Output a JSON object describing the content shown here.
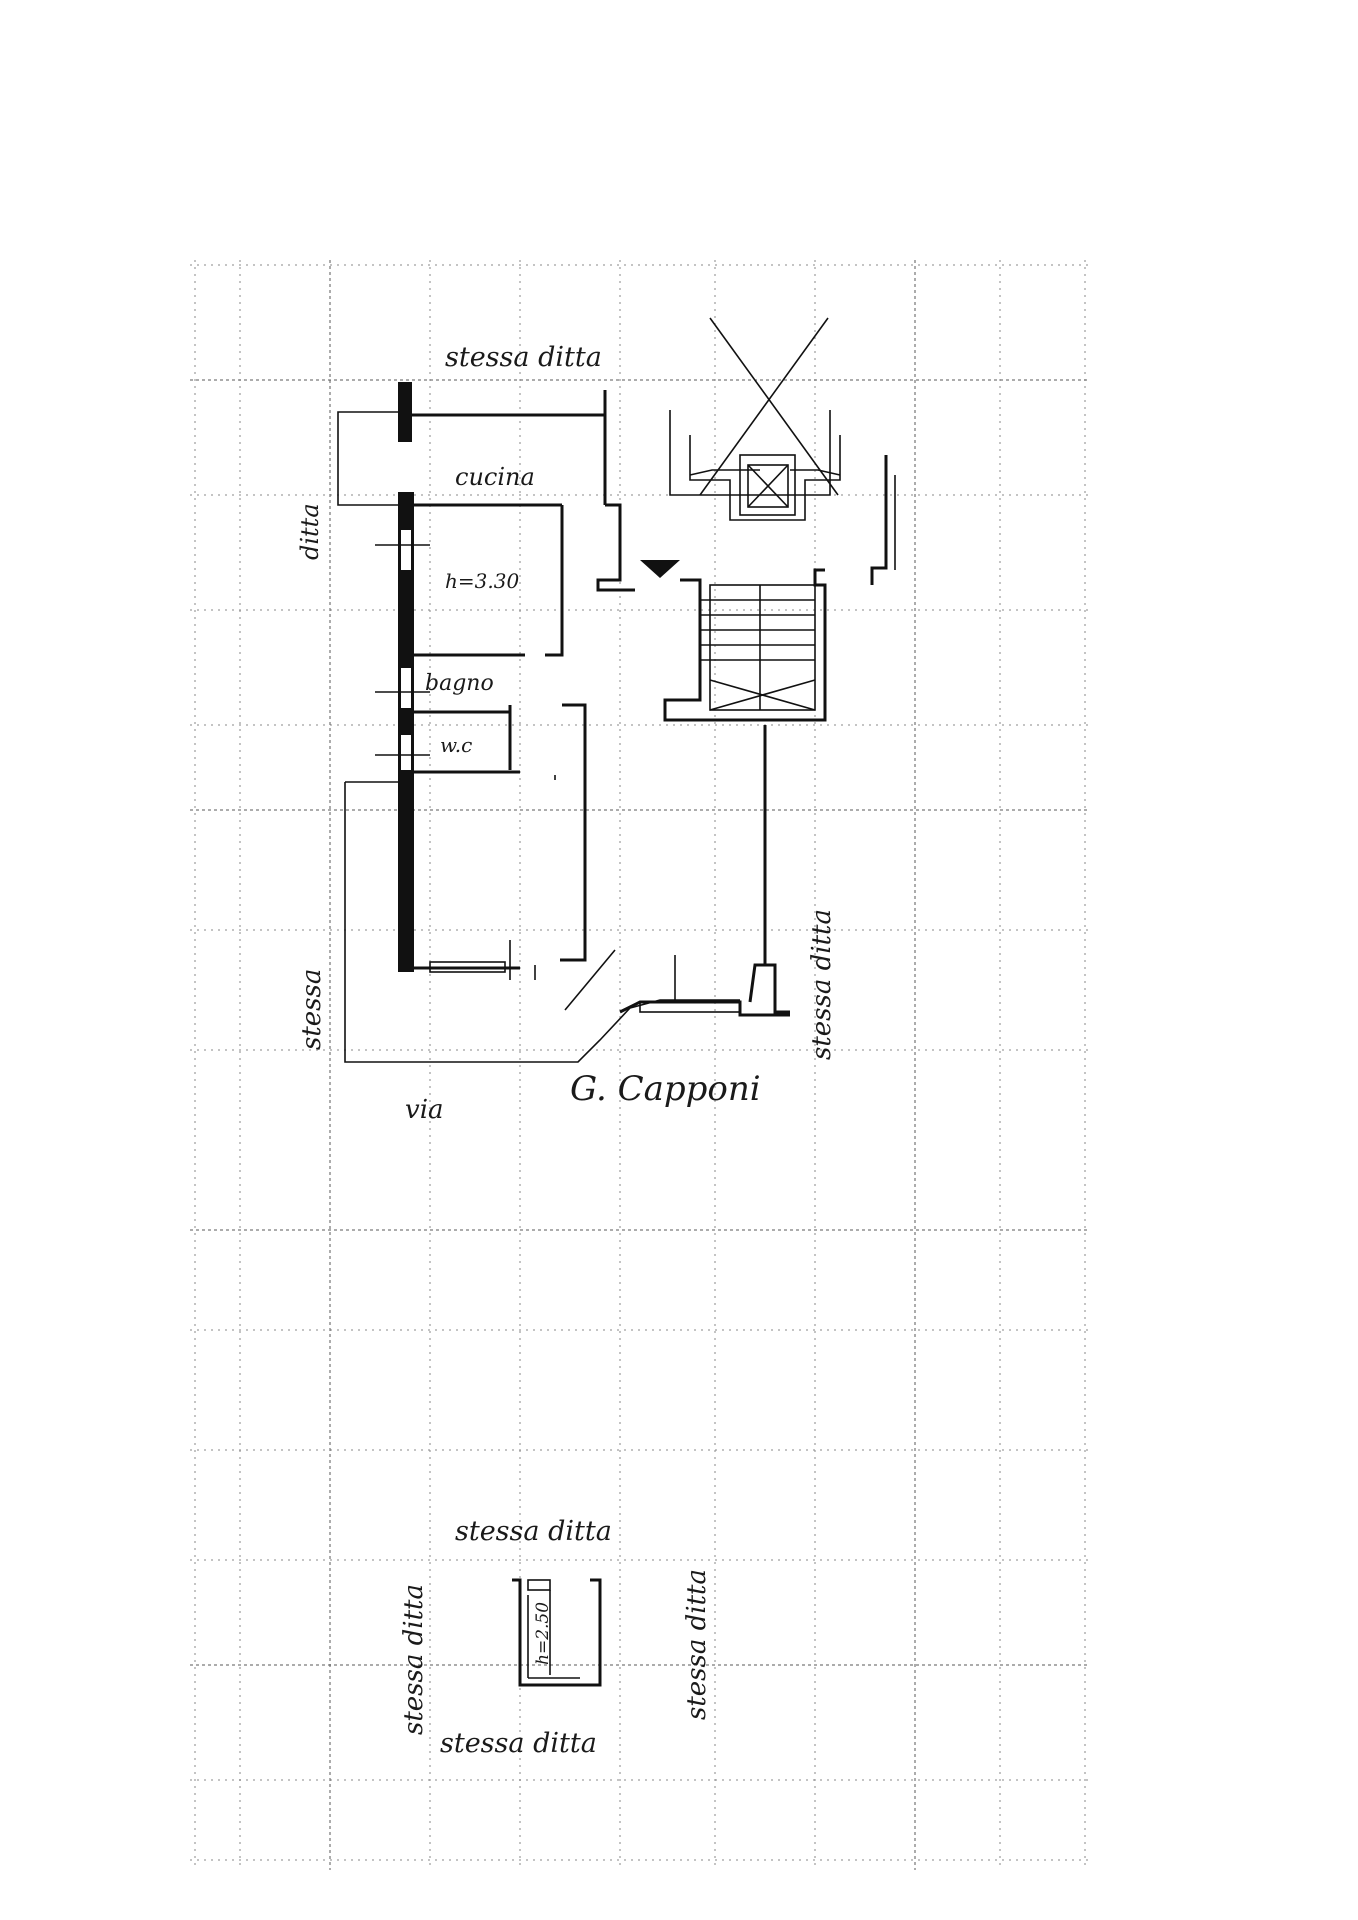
{
  "labels": {
    "top_neighbor": "stessa ditta",
    "left_neighbor": "ditta",
    "kitchen": "cucina",
    "height": "h=3.30",
    "bathroom": "bagno",
    "wc": "w.c",
    "left_neighbor_lower": "stessa",
    "right_neighbor": "stessa ditta",
    "street_via": "via",
    "street_name": "G. Capponi"
  },
  "cellar": {
    "top": "stessa ditta",
    "left": "stessa ditta",
    "right": "stessa ditta",
    "bottom": "stessa ditta",
    "height": "h=2.50"
  },
  "colors": {
    "ink": "#111111",
    "grid": "#8a8a8a",
    "paper": "#ffffff"
  }
}
